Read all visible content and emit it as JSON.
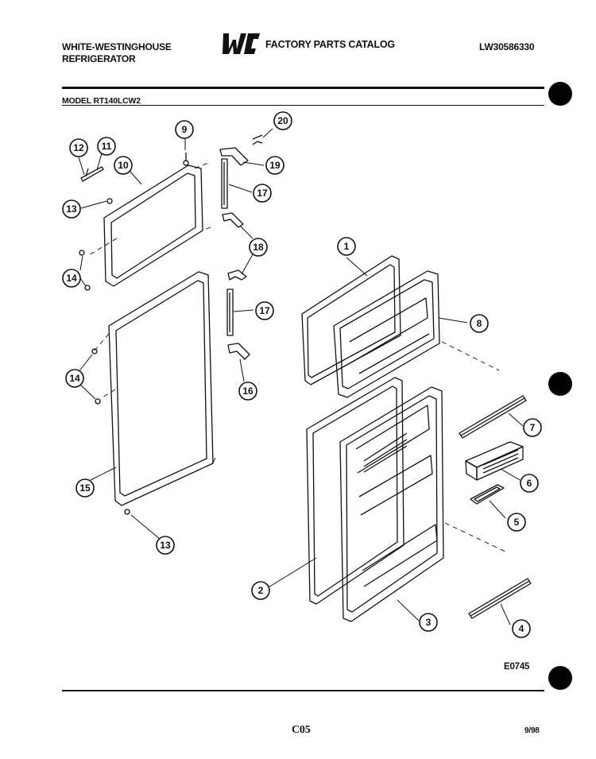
{
  "header": {
    "brand_line1": "WHITE-WESTINGHOUSE",
    "brand_line2": "REFRIGERATOR",
    "logo_text": "WCI",
    "catalog_title": "FACTORY PARTS CATALOG",
    "doc_number": "LW30586330",
    "model": "MODEL RT140LCW2"
  },
  "footer": {
    "drawing_code": "E0745",
    "page": "C05",
    "date": "9/98"
  },
  "callouts": [
    "1",
    "2",
    "3",
    "4",
    "5",
    "6",
    "7",
    "8",
    "9",
    "10",
    "11",
    "12",
    "13",
    "13",
    "14",
    "14",
    "15",
    "16",
    "17",
    "17",
    "18",
    "19",
    "20"
  ]
}
